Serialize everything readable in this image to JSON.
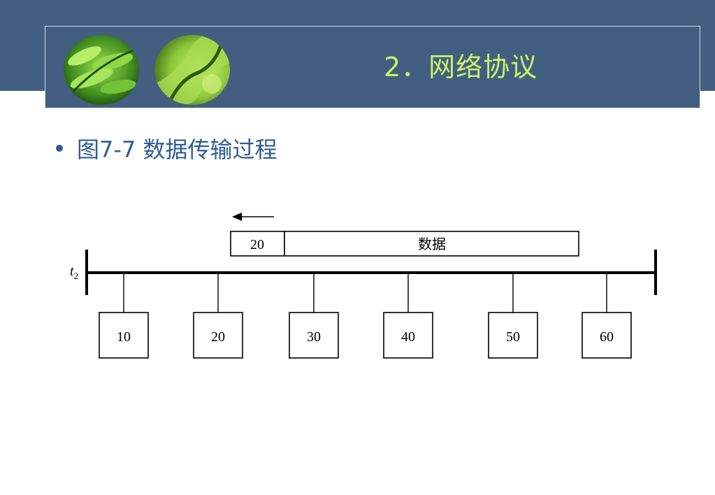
{
  "header": {
    "title": "2．网络协议"
  },
  "bullet": {
    "text": "图7-7 数据传输过程"
  },
  "diagram": {
    "time_label": "t",
    "time_subscript": "2",
    "frame": {
      "address": "20",
      "payload": "数据"
    },
    "nodes": [
      "10",
      "20",
      "30",
      "40",
      "50",
      "60"
    ]
  },
  "colors": {
    "band": "#425f82",
    "title": "#c9f26b",
    "bullet": "#2e5c96"
  }
}
